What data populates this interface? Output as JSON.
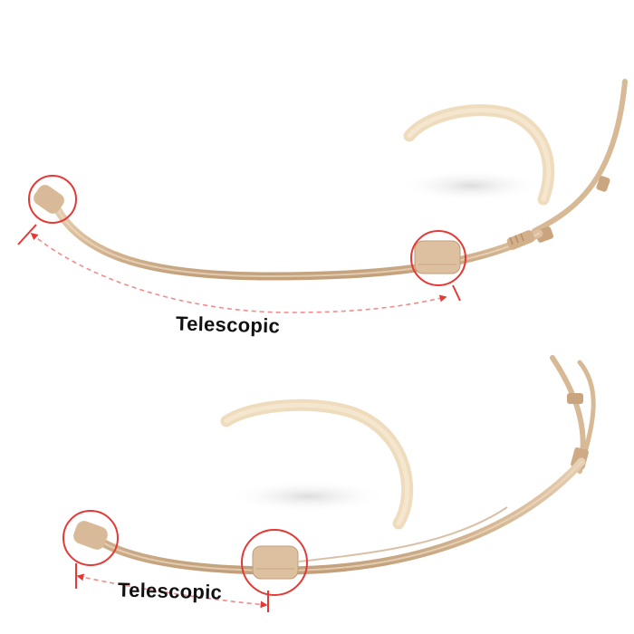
{
  "scene": {
    "description_free": true
  },
  "panels": [
    {
      "caption": "Telescopic"
    },
    {
      "caption": "Telescopic"
    }
  ],
  "colors": {
    "background": "#ffffff",
    "boom_skin_tone": "#dcbf9f",
    "boom_shadow": "#b89a7a",
    "ear_hook": "#efdcbc",
    "annotation_red": "#e53935",
    "caption_text": "#111111"
  },
  "icons": [
    "headset-microphone-boom",
    "adjustment-circle",
    "double-arrow"
  ]
}
